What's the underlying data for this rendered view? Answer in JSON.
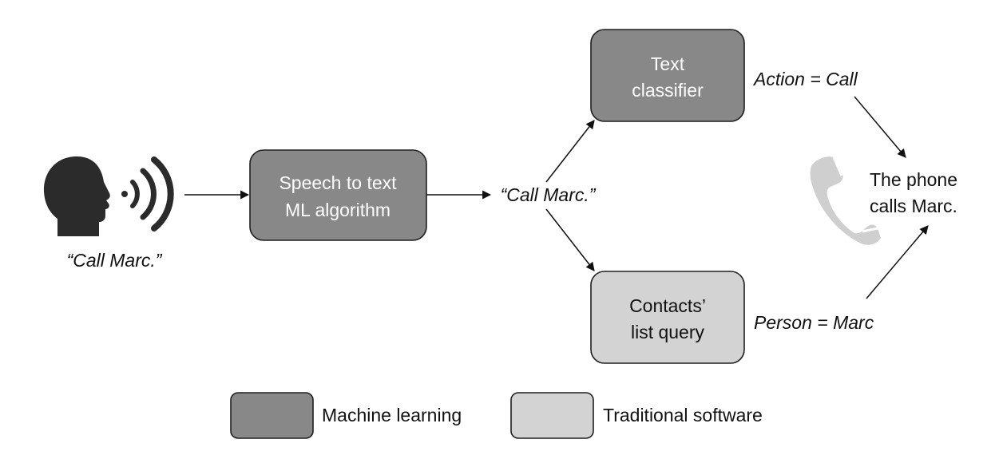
{
  "speaker": {
    "utterance": "“Call Marc.”",
    "head_icon": "human-head-icon",
    "sound_icon": "sound-waves-icon"
  },
  "nodes": {
    "speech_to_text": {
      "lines": [
        "Speech to text",
        "ML algorithm"
      ],
      "category": "ml"
    },
    "text_classifier": {
      "lines": [
        "Text",
        "classifier"
      ],
      "category": "ml"
    },
    "contacts_query": {
      "lines": [
        "Contacts’",
        "list query"
      ],
      "category": "traditional"
    }
  },
  "edge_labels": {
    "transcript": "“Call Marc.”",
    "action": "Action = Call",
    "person": "Person = Marc"
  },
  "result": {
    "lines": [
      "The phone",
      "calls Marc."
    ],
    "icon": "phone-handset-icon"
  },
  "legend": {
    "ml_label": "Machine learning",
    "traditional_label": "Traditional software"
  },
  "colors": {
    "ml_fill": "#888888",
    "traditional_fill": "#d3d3d3",
    "ml_text": "#ffffff",
    "traditional_text": "#111111",
    "stroke": "#1f1f1f",
    "head": "#2b2b2b",
    "phone": "#cfcfcf"
  }
}
